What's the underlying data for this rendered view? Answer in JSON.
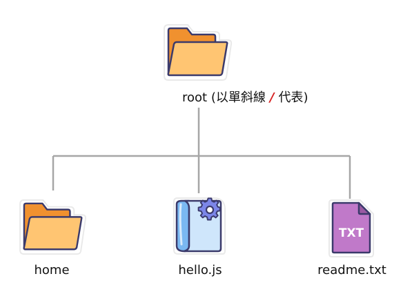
{
  "colors": {
    "connector": "#a6a6a6",
    "folder_back": "#f0912f",
    "folder_front": "#ffc572",
    "outline": "#3b3a6b",
    "slash": "#d62020",
    "script_paper": "#cfe6fb",
    "script_paper_side": "#7ab8f2",
    "gear": "#7c86e8",
    "txt_file": "#c079c9"
  },
  "root": {
    "name": "root",
    "paren_open": "(",
    "desc_before": "以單斜線",
    "slash": "/",
    "desc_after": "代表",
    "paren_close": ")",
    "icon": "folder-icon"
  },
  "children": [
    {
      "label": "home",
      "icon": "folder-icon"
    },
    {
      "label": "hello.js",
      "icon": "script-file-gear-icon"
    },
    {
      "label": "readme.txt",
      "icon": "txt-file-icon",
      "badge": "TXT"
    }
  ]
}
